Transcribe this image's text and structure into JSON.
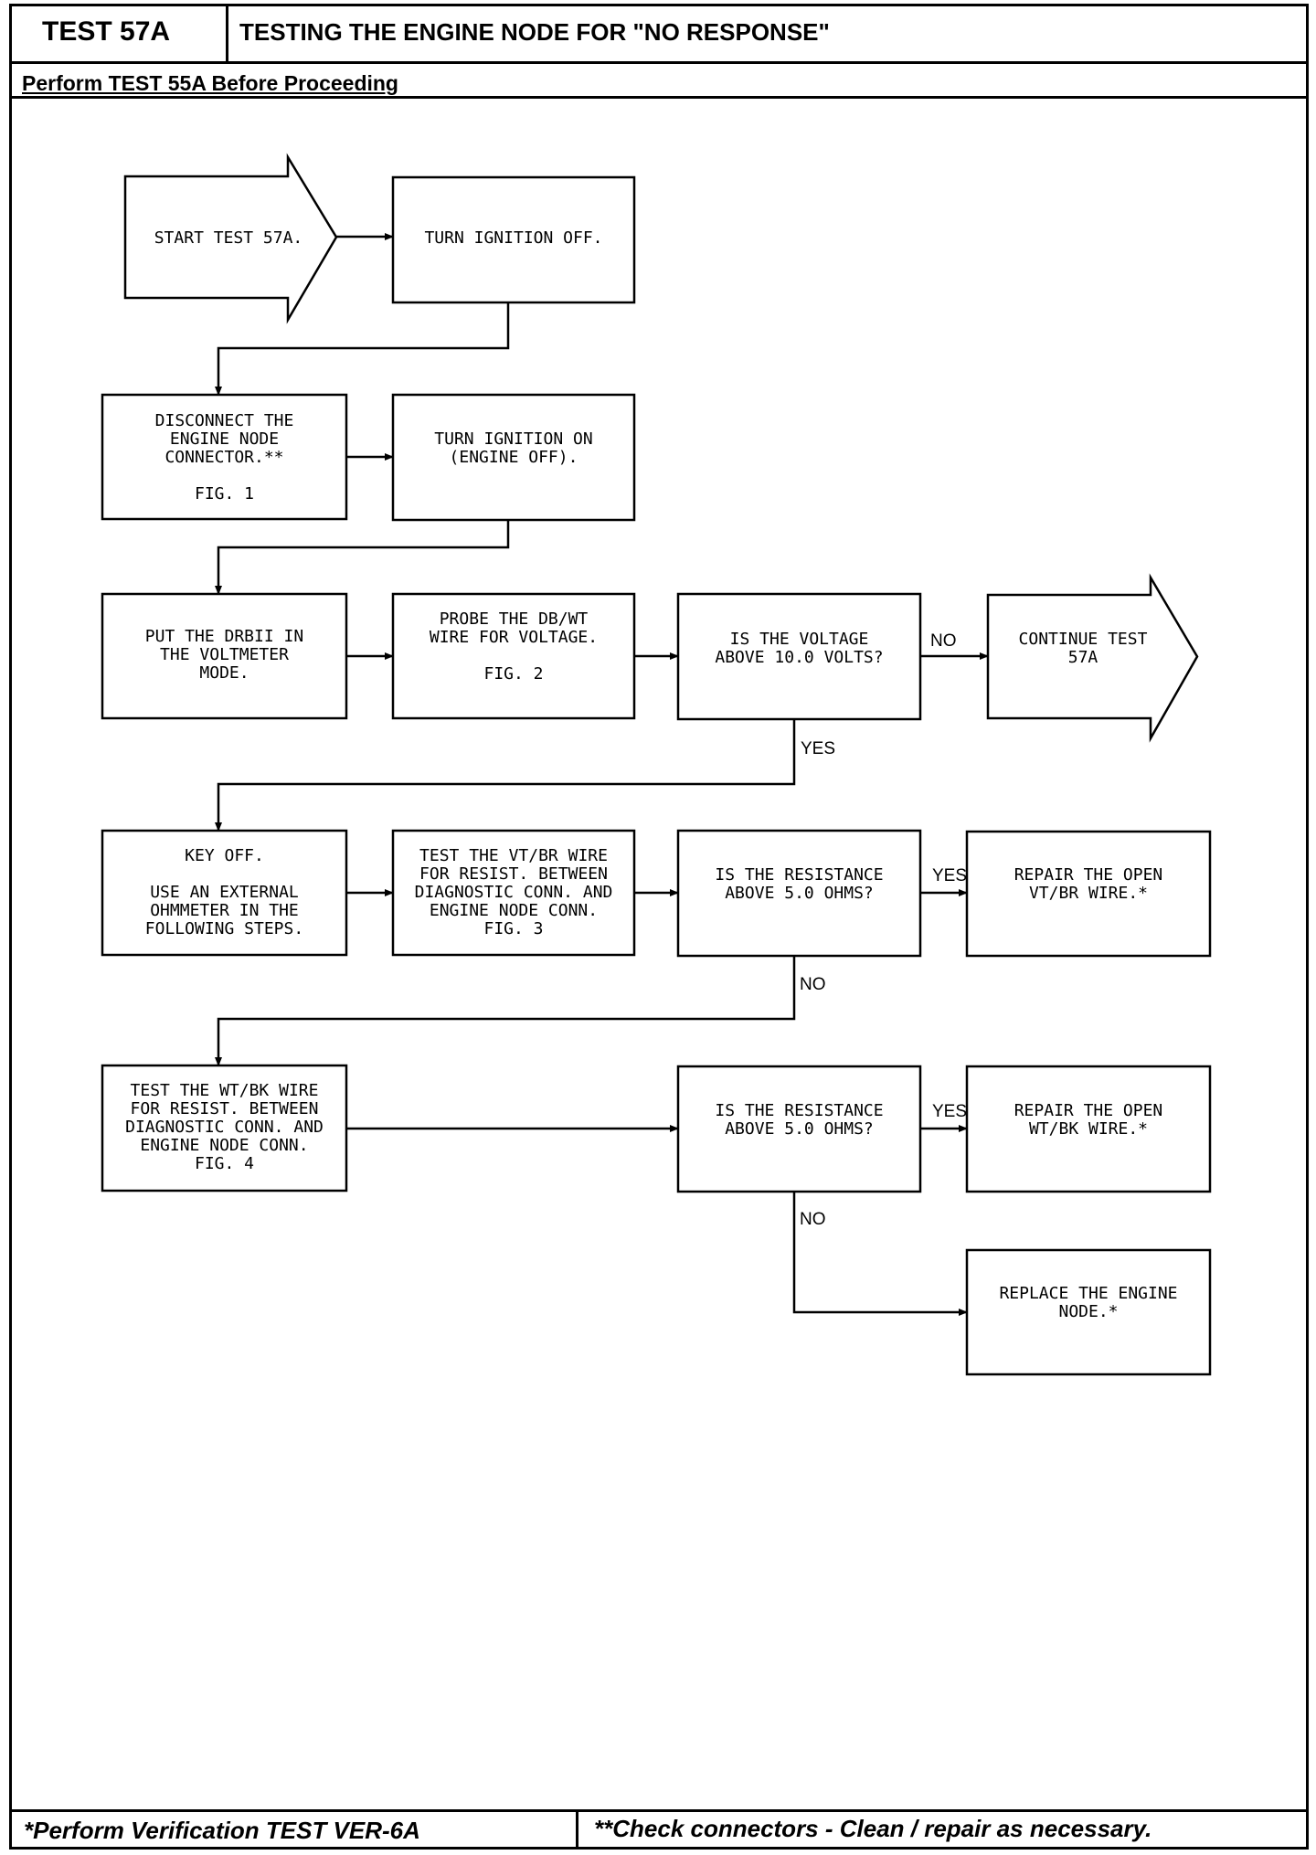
{
  "header": {
    "test_id": "TEST 57A",
    "title": "TESTING THE ENGINE NODE FOR \"NO RESPONSE\"",
    "prerequisite": "Perform TEST 55A Before Proceeding"
  },
  "footer": {
    "verification_note": "*Perform Verification TEST VER-6A",
    "connector_note": "**Check connectors - Clean / repair as necessary."
  },
  "nodes": {
    "start": [
      "START TEST 57A."
    ],
    "ignition_off": [
      "TURN IGNITION OFF."
    ],
    "disconnect": [
      "DISCONNECT THE",
      "ENGINE NODE",
      "CONNECTOR.**",
      "",
      "FIG. 1"
    ],
    "ignition_on": [
      "TURN IGNITION ON",
      "(ENGINE OFF)."
    ],
    "drbii": [
      "PUT THE DRBII IN",
      "THE VOLTMETER",
      "MODE."
    ],
    "probe": [
      "PROBE THE DB/WT",
      "WIRE FOR VOLTAGE.",
      "",
      "FIG. 2"
    ],
    "voltage_q": [
      "IS THE VOLTAGE",
      "ABOVE 10.0 VOLTS?"
    ],
    "continue": [
      "CONTINUE TEST",
      "57A"
    ],
    "key_off": [
      "KEY OFF.",
      "",
      "USE AN EXTERNAL",
      "OHMMETER IN THE",
      "FOLLOWING STEPS."
    ],
    "test_vtbr": [
      "TEST THE VT/BR WIRE",
      "FOR RESIST. BETWEEN",
      "DIAGNOSTIC CONN. AND",
      "ENGINE NODE CONN.",
      "FIG. 3"
    ],
    "resist_q1": [
      "IS THE RESISTANCE",
      "ABOVE 5.0 OHMS?"
    ],
    "repair_vtbr": [
      "REPAIR THE OPEN",
      "VT/BR WIRE.*"
    ],
    "test_wtbk": [
      "TEST THE WT/BK WIRE",
      "FOR RESIST. BETWEEN",
      "DIAGNOSTIC CONN. AND",
      "ENGINE NODE CONN.",
      "FIG. 4"
    ],
    "resist_q2": [
      "IS THE RESISTANCE",
      "ABOVE 5.0 OHMS?"
    ],
    "repair_wtbk": [
      "REPAIR THE OPEN",
      "WT/BK WIRE.*"
    ],
    "replace": [
      "REPLACE THE ENGINE",
      "NODE.*"
    ]
  },
  "edge_labels": {
    "voltage_no": "NO",
    "voltage_yes": "YES",
    "resist1_yes": "YES",
    "resist1_no": "NO",
    "resist2_yes": "YES",
    "resist2_no": "NO"
  }
}
